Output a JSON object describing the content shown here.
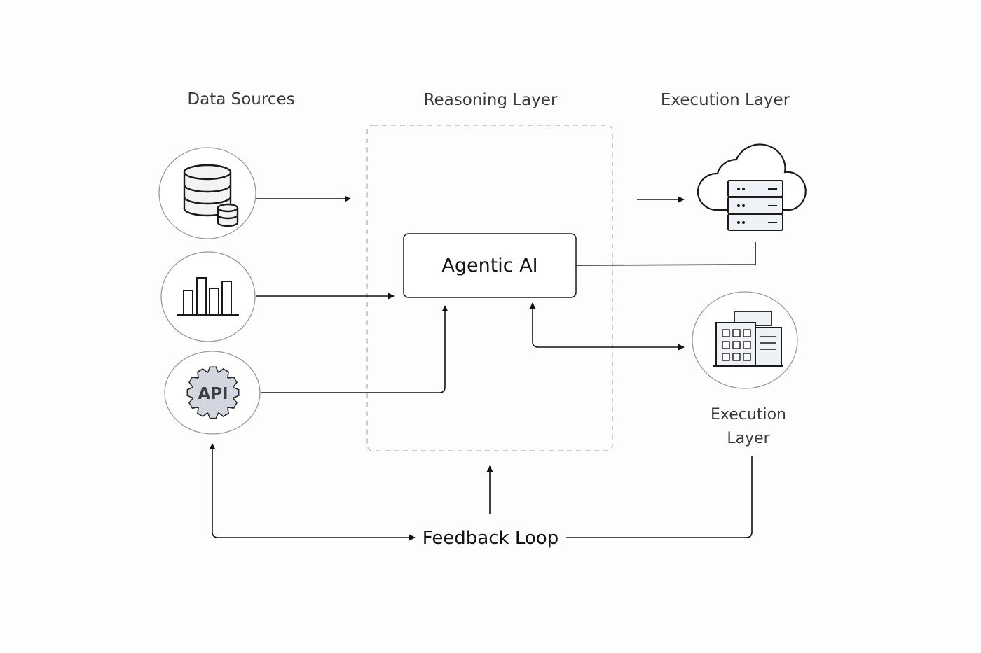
{
  "columns": {
    "data_sources": "Data Sources",
    "reasoning_layer": "Reasoning Layer",
    "execution_layer": "Execution Layer"
  },
  "center_node": {
    "label": "Agentic AI"
  },
  "api_icon": {
    "label": "API"
  },
  "execution_node": {
    "label_line1": "Execution",
    "label_line2": "Layer"
  },
  "feedback": {
    "label": "Feedback Loop"
  },
  "icons": {
    "source1": "database-icon",
    "source2": "bar-chart-icon",
    "source3": "api-gear-icon",
    "exec1": "cloud-server-icon",
    "exec2": "office-building-icon"
  },
  "colors": {
    "stroke": "#1a1a1a",
    "circle": "#9a9a9a",
    "dashed_box": "#bdbdbd",
    "gear_fill": "#d4d6df"
  }
}
